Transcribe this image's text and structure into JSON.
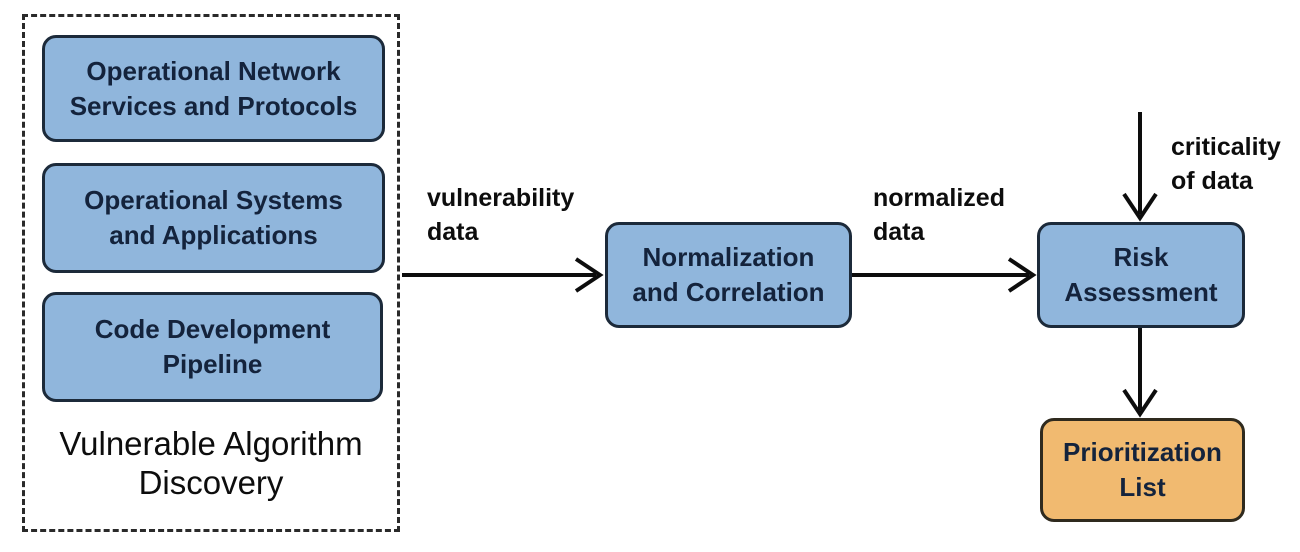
{
  "colors": {
    "background": "#ffffff",
    "blue_fill": "#90b6dc",
    "blue_border": "#1c2a3a",
    "orange_fill": "#f1ba70",
    "orange_border": "#2f2a1e",
    "node_text": "#14233c",
    "label_text": "#0d0d0d",
    "arrow": "#0d0d0d",
    "dashed_border": "#2a2a2a"
  },
  "discovery_group": {
    "label_lines": [
      "Vulnerable Algorithm",
      "Discovery"
    ],
    "boxes": [
      {
        "lines": [
          "Operational Network",
          "Services and Protocols"
        ]
      },
      {
        "lines": [
          "Operational Systems",
          "and Applications"
        ]
      },
      {
        "lines": [
          "Code Development",
          "Pipeline"
        ]
      }
    ]
  },
  "nodes": {
    "normalization": {
      "lines": [
        "Normalization",
        "and Correlation"
      ]
    },
    "risk_assessment": {
      "lines": [
        "Risk",
        "Assessment"
      ]
    },
    "prioritization_list": {
      "lines": [
        "Prioritization",
        "List"
      ]
    }
  },
  "edge_labels": {
    "vulnerability_data": {
      "lines": [
        "vulnerability",
        "data"
      ]
    },
    "normalized_data": {
      "lines": [
        "normalized",
        "data"
      ]
    },
    "criticality_of_data": {
      "lines": [
        "criticality",
        "of data"
      ]
    }
  }
}
